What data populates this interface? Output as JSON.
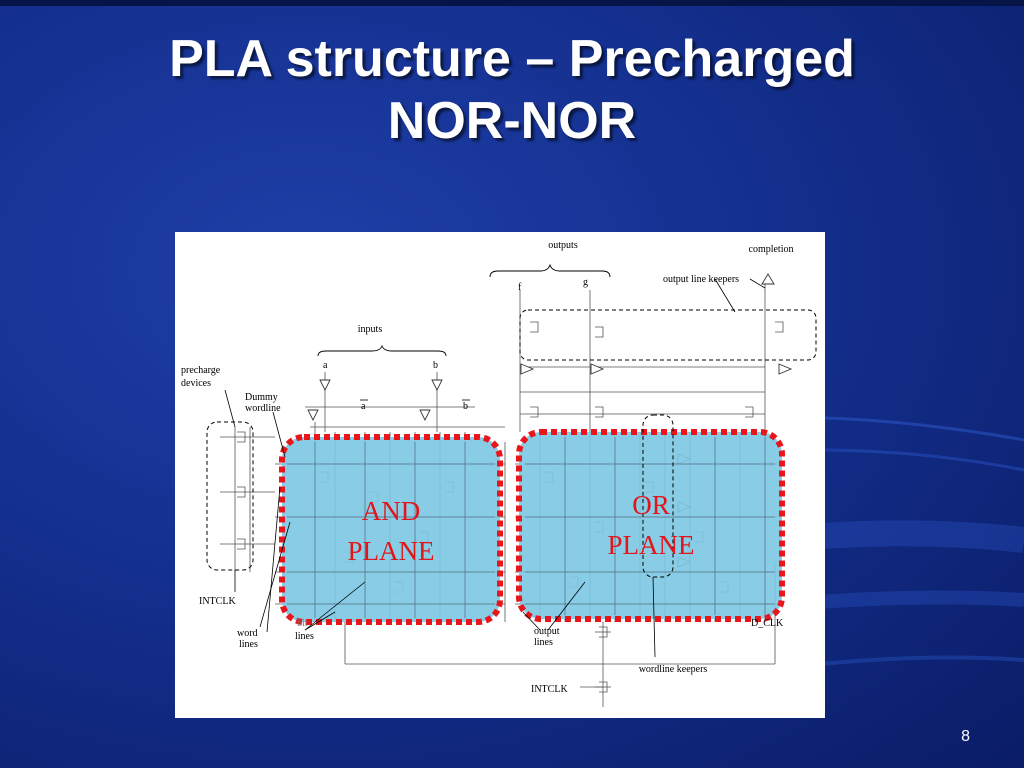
{
  "slide": {
    "title": "PLA structure – Precharged\nNOR-NOR",
    "page_number": "8"
  },
  "figure": {
    "labels": {
      "outputs": "outputs",
      "completion": "completion",
      "f": "f",
      "g": "g",
      "output_line_keepers": "output line keepers",
      "inputs": "inputs",
      "a": "a",
      "b": "b",
      "a_bar": "a",
      "b_bar": "b",
      "precharge": "precharge",
      "devices": "devices",
      "dummy": "Dummy",
      "wordline": "wordline",
      "intclk_left": "INTCLK",
      "word": "word",
      "lines_word": "lines",
      "bit": "bit",
      "lines_bit": "lines",
      "output": "output",
      "lines_output": "lines",
      "wordline_keepers": "wordline keepers",
      "intclk_bottom": "INTCLK",
      "d_clk": "D_CLK"
    },
    "and_plane": {
      "line1": "AND",
      "line2": "PLANE"
    },
    "or_plane": {
      "line1": "OR",
      "line2": "PLANE"
    },
    "colors": {
      "plane_fill": "#7ec8e3",
      "plane_border": "#e8161b",
      "plane_text": "#e0161b",
      "slide_background": "#14308f"
    }
  }
}
